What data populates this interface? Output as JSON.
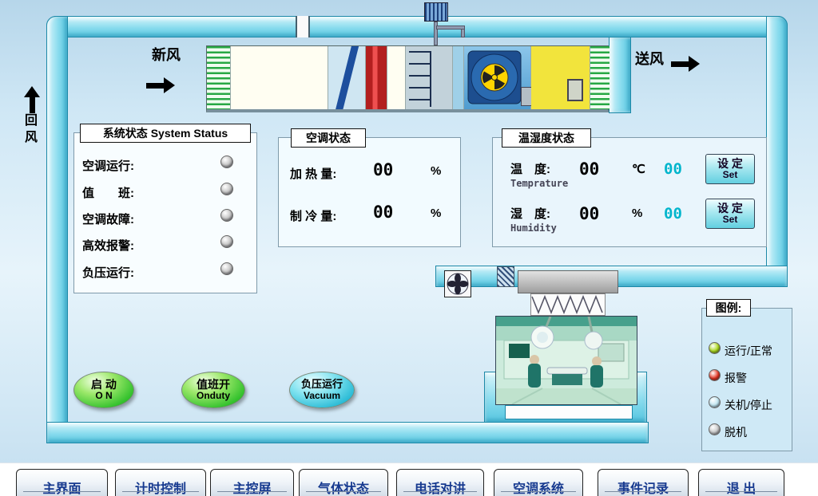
{
  "labels": {
    "fresh_air": "新风",
    "supply_air": "送风",
    "return_air": "回风"
  },
  "system_status": {
    "title": "系统状态 System Status",
    "items": [
      {
        "label": "空调运行:",
        "state": "off"
      },
      {
        "label": "值　　班:",
        "state": "off"
      },
      {
        "label": "空调故障:",
        "state": "off"
      },
      {
        "label": "高效报警:",
        "state": "off"
      },
      {
        "label": "负压运行:",
        "state": "off"
      }
    ]
  },
  "ac_status": {
    "title": "空调状态",
    "rows": [
      {
        "label": "加 热 量:",
        "value": "00",
        "unit": "%"
      },
      {
        "label": "制 冷 量:",
        "value": "00",
        "unit": "%"
      }
    ]
  },
  "temp_humidity": {
    "title": "温湿度状态",
    "set_button": {
      "line1": "设 定",
      "line2": "Set"
    },
    "rows": [
      {
        "label": "温　度:",
        "sublabel": "Temprature",
        "value": "00",
        "unit": "℃",
        "setpoint": "00"
      },
      {
        "label": "湿　度:",
        "sublabel": "Humidity",
        "value": "00",
        "unit": "%",
        "setpoint": "00"
      }
    ]
  },
  "controls": [
    {
      "line1": "启 动",
      "line2": "O N",
      "color": "#35c22e"
    },
    {
      "line1": "值班开",
      "line2": "Onduty",
      "color": "#35c22e"
    },
    {
      "line1": "负压运行",
      "line2": "Vacuum",
      "color": "#25b8d4"
    }
  ],
  "legend": {
    "title": "图例:",
    "items": [
      {
        "label": "运行/正常",
        "color": "#a8d818"
      },
      {
        "label": "报警",
        "color": "#e33120"
      },
      {
        "label": "关机/停止",
        "color": "#bfe6f2"
      },
      {
        "label": "脱机",
        "color": "#c6c6c6"
      }
    ]
  },
  "nav": {
    "buttons": [
      "主界面",
      "计时控制",
      "主控屏",
      "气体状态",
      "电话对讲",
      "空调系统",
      "事件记录",
      "退 出"
    ]
  },
  "colors": {
    "duct": "#8adcee",
    "setpoint_text": "#00b5cc",
    "led_off": "#c2c2c2"
  },
  "icons": [
    "fresh-air-arrow-icon",
    "supply-air-arrow-icon",
    "return-air-arrow-icon",
    "roof-fan-icon",
    "ahu-fan-icon",
    "exhaust-fan-icon",
    "status-led-icon",
    "legend-led-icon"
  ]
}
